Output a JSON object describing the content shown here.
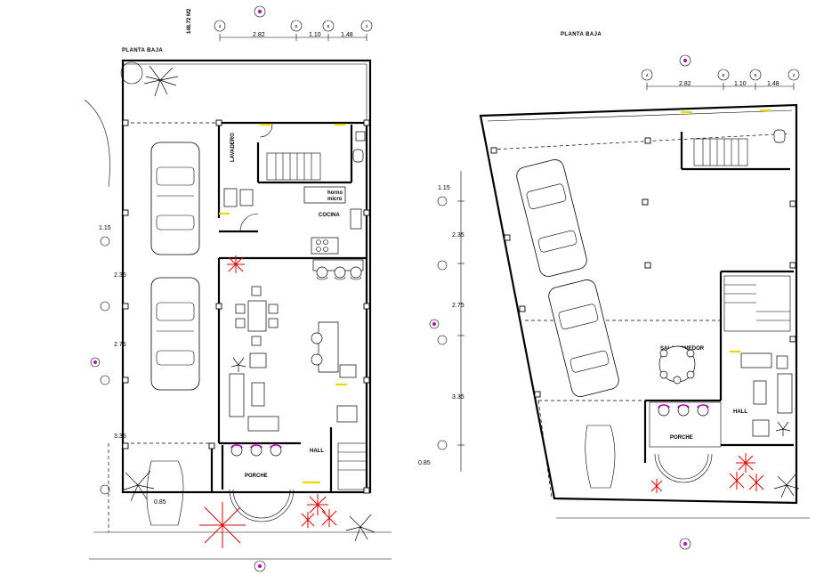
{
  "left_plan": {
    "title": "PLANTA BAJA",
    "area_label": "148.72 M2",
    "axis_letters": [
      "d",
      "B",
      "B",
      "d"
    ],
    "top_dims": [
      "2.82",
      "1.10",
      "1.48"
    ],
    "side_dims": [
      "1.15",
      "2.35",
      "2.75",
      "3.35",
      "0.85"
    ],
    "rooms": {
      "lavadero": "LAVADERO",
      "horno": "horno",
      "micro": "micro",
      "cocina": "COCINA",
      "hall": "HALL",
      "porche": "PORCHE"
    }
  },
  "right_plan": {
    "title": "PLANTA BAJA",
    "axis_letters": [
      "d",
      "B",
      "B",
      "d"
    ],
    "top_dims": [
      "2.82",
      "1.10",
      "1.48"
    ],
    "side_dims": [
      "1.15",
      "2.35",
      "2.75",
      "3.35",
      "0.85"
    ],
    "rooms": {
      "sala_comedor": "SALA COMEDOR",
      "hall": "HALL",
      "porche": "PORCHE"
    }
  }
}
